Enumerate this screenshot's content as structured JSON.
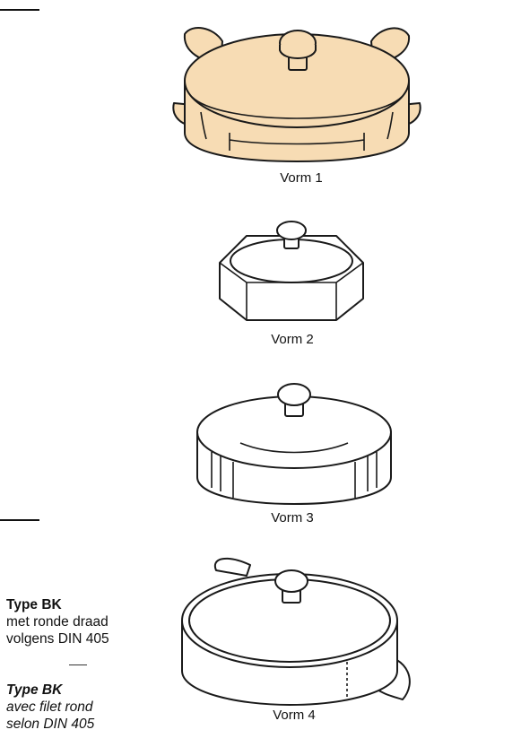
{
  "figures": [
    {
      "caption": "Vorm 1",
      "fill": "#f7dcb4"
    },
    {
      "caption": "Vorm 2",
      "fill": "#ffffff"
    },
    {
      "caption": "Vorm 3",
      "fill": "#ffffff"
    },
    {
      "caption": "Vorm 4",
      "fill": "#ffffff"
    }
  ],
  "side_note": {
    "dutch": {
      "title": "Type BK",
      "line1": "met ronde draad",
      "line2": "volgens DIN 405"
    },
    "separator": "____",
    "french": {
      "title": "Type BK",
      "line1": "avec filet rond",
      "line2": "selon DIN 405"
    }
  },
  "colors": {
    "outline": "#1a1a1a",
    "shade": "#e6e6e6"
  }
}
